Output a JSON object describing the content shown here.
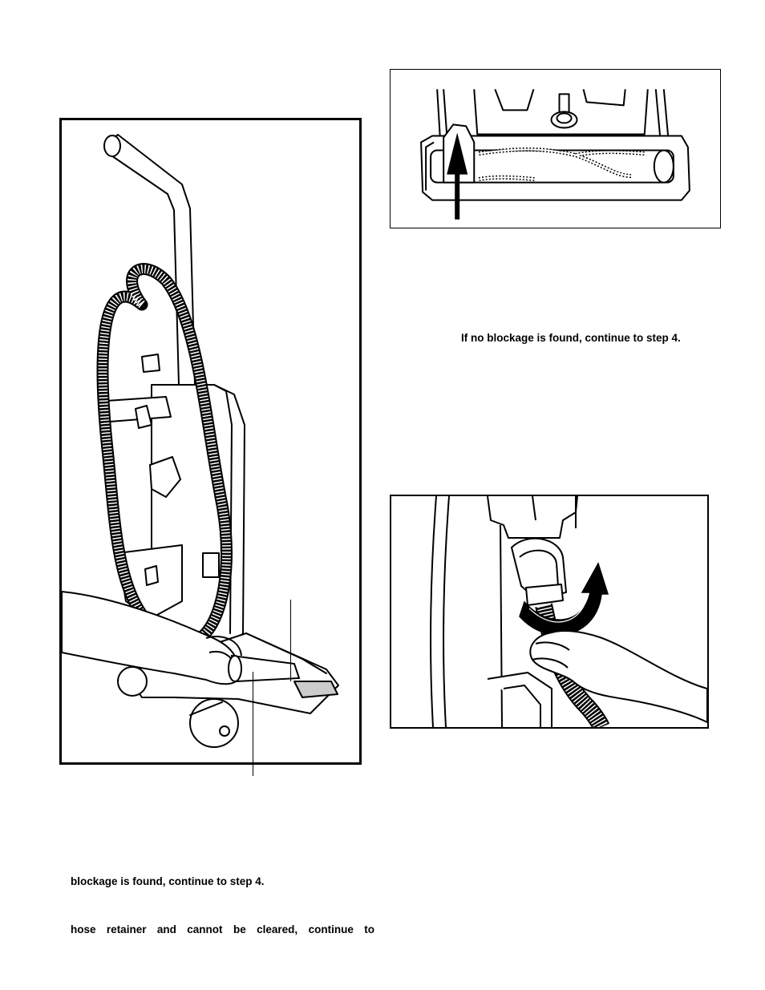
{
  "text": {
    "right_line": "If no blockage is found, continue to step 4.",
    "left_line_1": "blockage is found, continue to step 4.",
    "left_line_2": "hose retainer and cannot be cleared, continue to"
  },
  "colors": {
    "ink": "#000000",
    "paper": "#ffffff",
    "hose_shade": "#555555",
    "panel_shade": "#dddddd"
  }
}
